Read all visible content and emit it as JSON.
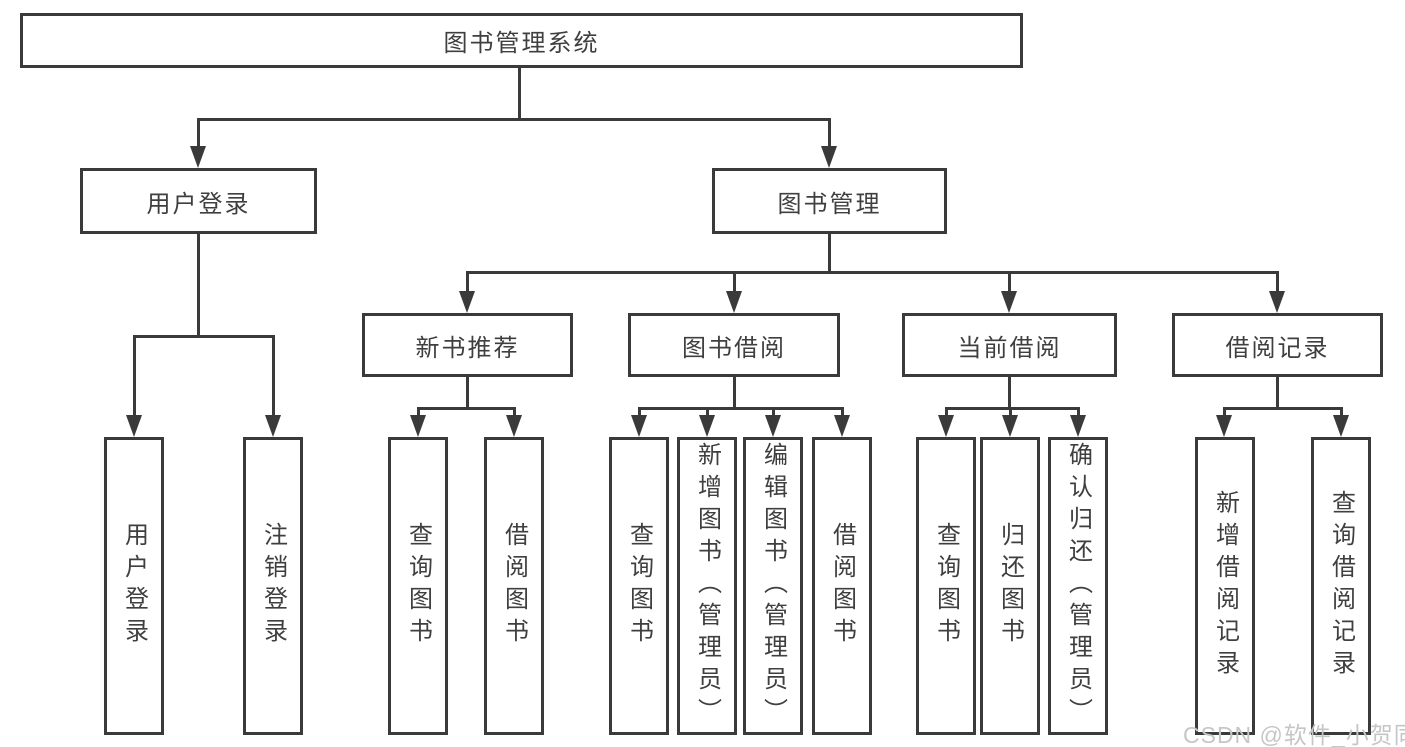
{
  "diagram_title": "图书管理系统",
  "colors": {
    "line": "#3a3a3a",
    "text": "#3f3f3f",
    "background": "#ffffff",
    "watermark": "#c6c6c6"
  },
  "nodes": {
    "root": "图书管理系统",
    "user_login": "用户登录",
    "book_mgmt": "图书管理",
    "new_book_rec": "新书推荐",
    "book_borrow": "图书借阅",
    "current_borrow": "当前借阅",
    "borrow_record": "借阅记录",
    "leaf_user_login": "用户登录",
    "leaf_logout": "注销登录",
    "leaf_query_book_rec": "查询图书",
    "leaf_borrow_book_rec": "借阅图书",
    "leaf_query_book_borrow": "查询图书",
    "leaf_add_book_admin": "新增图书（管理员）",
    "leaf_edit_book_admin": "编辑图书（管理员）",
    "leaf_borrow_book_borrow": "借阅图书",
    "leaf_query_book_current": "查询图书",
    "leaf_return_book": "归还图书",
    "leaf_confirm_return_admin": "确认归还（管理员）",
    "leaf_add_borrow_record": "新增借阅记录",
    "leaf_query_borrow_record": "查询借阅记录"
  },
  "watermark": {
    "text": "CSDN @软件_小贺同学"
  }
}
